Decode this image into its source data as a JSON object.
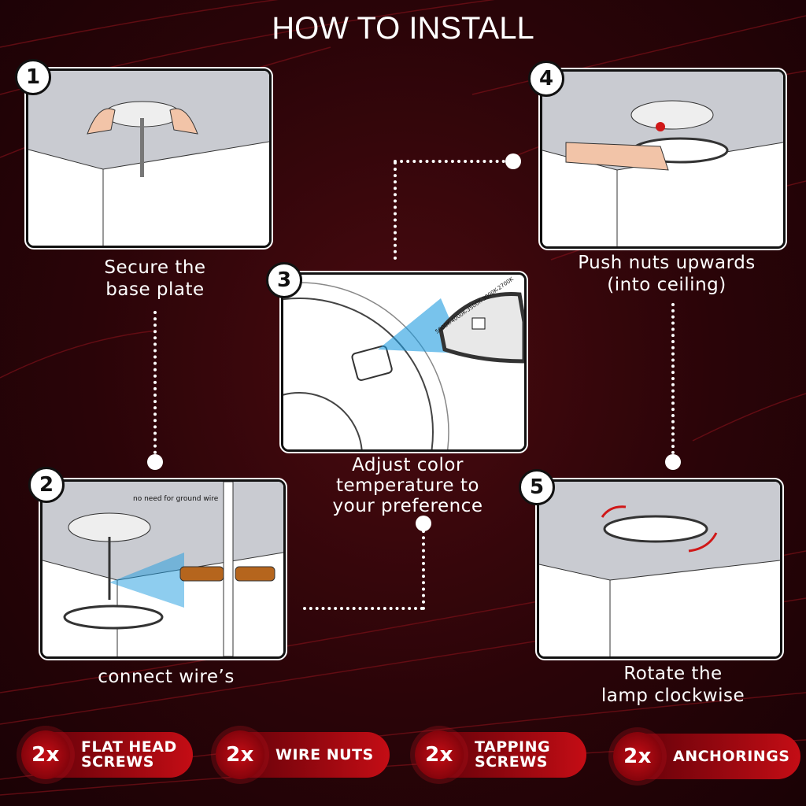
{
  "title": "HOW TO INSTALL",
  "steps": [
    {
      "number": "1",
      "caption_line1": "Secure the",
      "caption_line2": "base plate"
    },
    {
      "number": "2",
      "caption": "connect wire’s",
      "note": "no need for ground wire"
    },
    {
      "number": "3",
      "caption_line1": "Adjust color",
      "caption_line2": "temperature to",
      "caption_line3": "your preference",
      "switch_label": "5000K-4000K-3500K-3000K-2700K"
    },
    {
      "number": "4",
      "caption_line1": "Push nuts upwards",
      "caption_line2": "(into ceiling)"
    },
    {
      "number": "5",
      "caption_line1": "Rotate the",
      "caption_line2": "lamp clockwise"
    }
  ],
  "included": [
    {
      "qty": "2x",
      "line1": "FLAT HEAD",
      "line2": "SCREWS"
    },
    {
      "qty": "2x",
      "line1": "WIRE NUTS",
      "line2": ""
    },
    {
      "qty": "2x",
      "line1": "TAPPING",
      "line2": "SCREWS"
    },
    {
      "qty": "2x",
      "line1": "ANCHORINGS",
      "line2": ""
    }
  ],
  "colors": {
    "background": "#2a0408",
    "accent": "#c40d15",
    "ceiling": "#c9cbd1"
  }
}
